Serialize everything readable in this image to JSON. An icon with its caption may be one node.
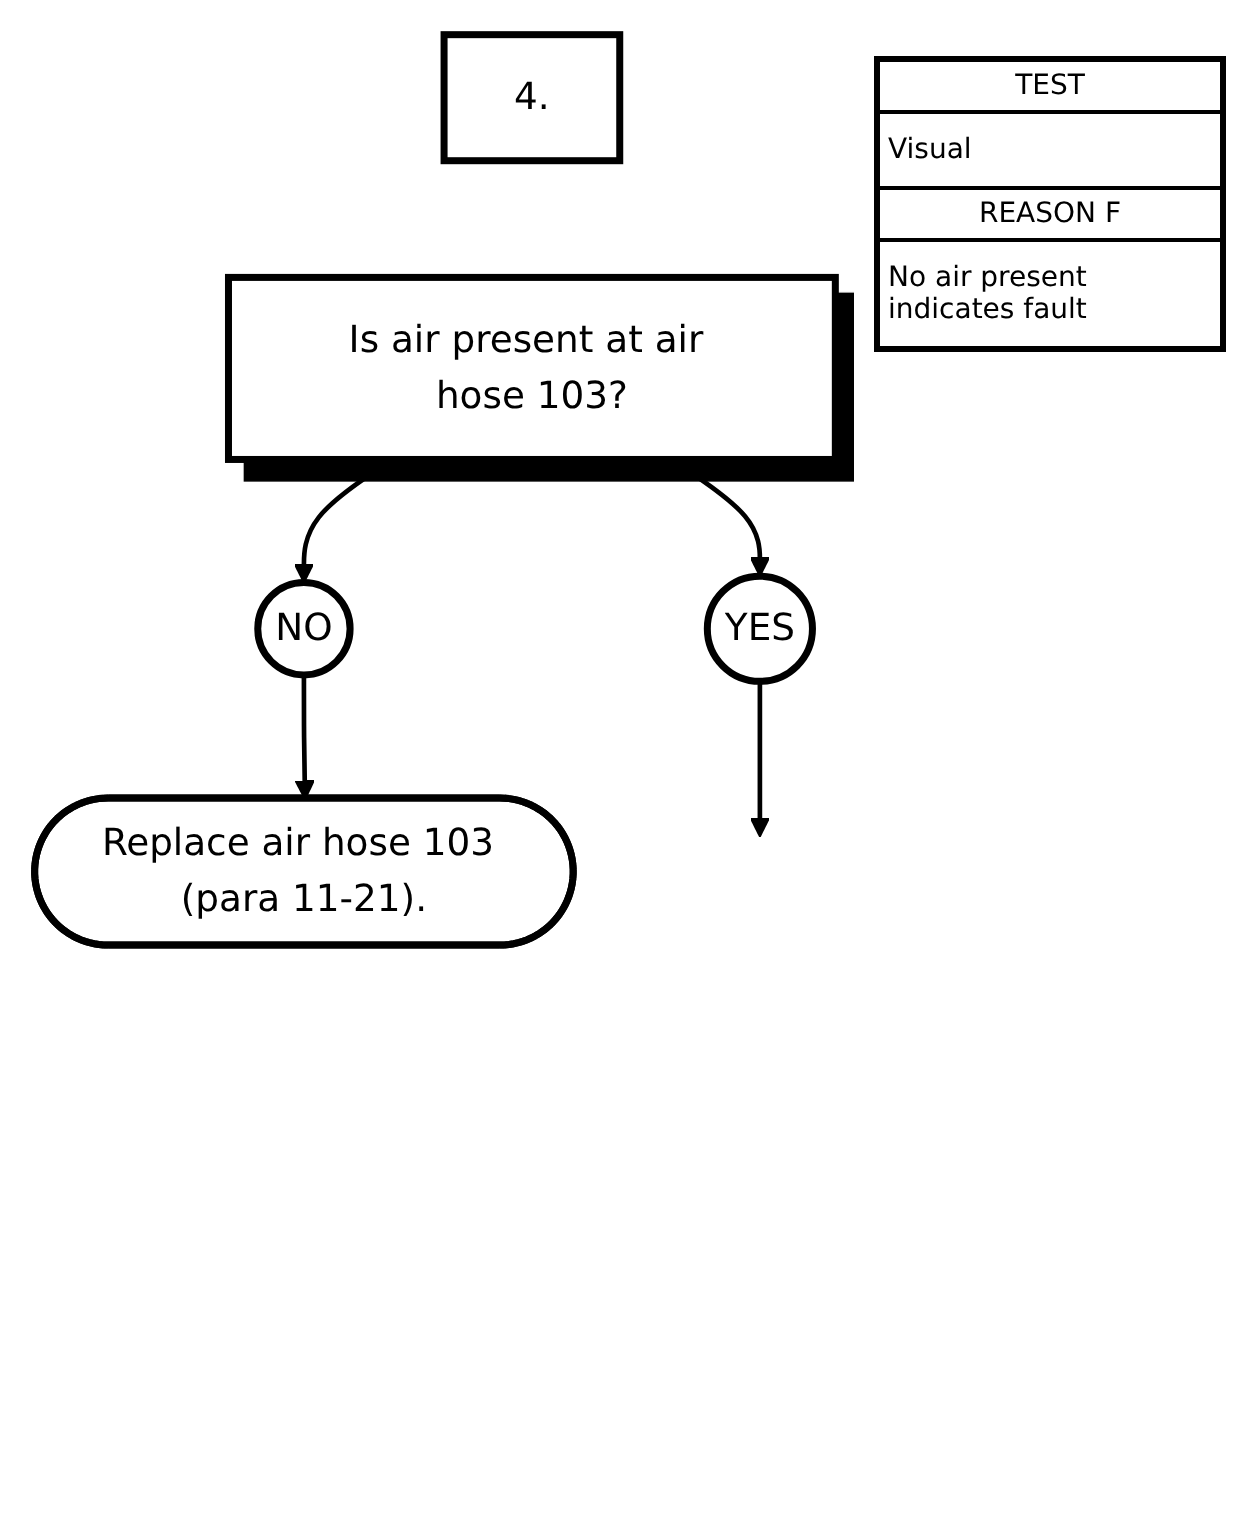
{
  "diagram": {
    "nodes": [
      {
        "text": [
          "4."
        ]
      },
      {
        "text": [
          "Is air present at air hose 103?"
        ]
      },
      {
        "text": [
          "NO"
        ]
      },
      {
        "text": [
          "YES"
        ]
      },
      {
        "text": [
          "Replace air hose 103 (para 11-21)."
        ]
      }
    ],
    "edges": [
      {
        "from": 1,
        "to": 2,
        "arrow": "to"
      },
      {
        "from": 1,
        "to": 3,
        "arrow": "to"
      },
      {
        "from": 2,
        "to": 4,
        "arrow": "to"
      },
      {
        "from": 3,
        "to": null,
        "arrow": "to"
      }
    ],
    "labels": [
      "TEST",
      "Visual",
      "REASON F",
      "No air present indicates fault"
    ]
  }
}
